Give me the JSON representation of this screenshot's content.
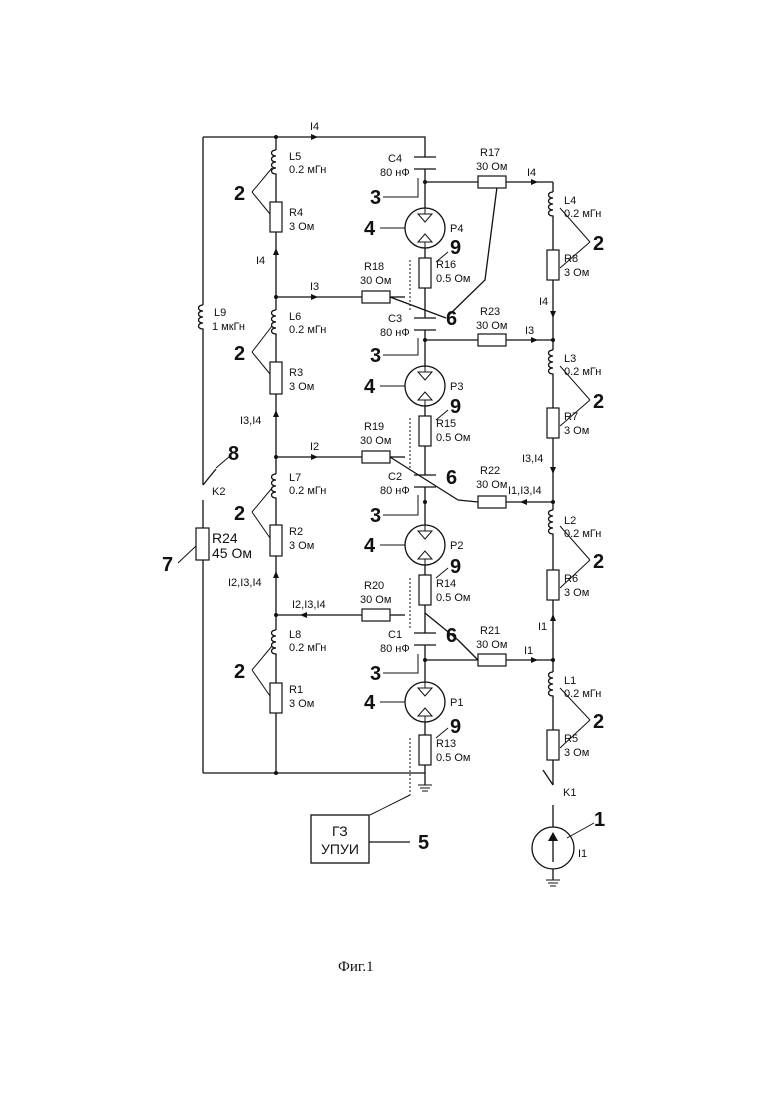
{
  "caption": "Фиг.1",
  "currents": {
    "top": "I4",
    "r17_right": "I4",
    "left_r4": "I4",
    "r18": "I3",
    "right_r8": "I4",
    "r23": "I3",
    "left_r3": "I3,I4",
    "r19": "I2",
    "right_r7": "I3,I4",
    "r22": "I1,I3,I4",
    "left_r2": "I2,I3,I4",
    "r20": "I2,I3,I4",
    "right_r6": "I1",
    "r21": "I1",
    "source": "I1"
  },
  "inductors": [
    {
      "name": "L5",
      "value": "0.2 мГн"
    },
    {
      "name": "L6",
      "value": "0.2 мГн"
    },
    {
      "name": "L7",
      "value": "0.2 мГн"
    },
    {
      "name": "L8",
      "value": "0.2 мГн"
    },
    {
      "name": "L4",
      "value": "0.2 мГн"
    },
    {
      "name": "L3",
      "value": "0.2 мГн"
    },
    {
      "name": "L2",
      "value": "0.2 мГн"
    },
    {
      "name": "L1",
      "value": "0.2 мГн"
    },
    {
      "name": "L9",
      "value": "1 мкГн"
    }
  ],
  "resistors": [
    {
      "name": "R4",
      "value": "3 Ом"
    },
    {
      "name": "R3",
      "value": "3 Ом"
    },
    {
      "name": "R2",
      "value": "3 Ом"
    },
    {
      "name": "R1",
      "value": "3 Ом"
    },
    {
      "name": "R8",
      "value": "3 Ом"
    },
    {
      "name": "R7",
      "value": "3 Ом"
    },
    {
      "name": "R6",
      "value": "3 Ом"
    },
    {
      "name": "R5",
      "value": "3 Ом"
    },
    {
      "name": "R17",
      "value": "30 Ом"
    },
    {
      "name": "R18",
      "value": "30 Ом"
    },
    {
      "name": "R23",
      "value": "30 Ом"
    },
    {
      "name": "R19",
      "value": "30 Ом"
    },
    {
      "name": "R22",
      "value": "30 Ом"
    },
    {
      "name": "R20",
      "value": "30 Ом"
    },
    {
      "name": "R21",
      "value": "30 Ом"
    },
    {
      "name": "R16",
      "value": "0.5 Ом"
    },
    {
      "name": "R15",
      "value": "0.5 Ом"
    },
    {
      "name": "R14",
      "value": "0.5 Ом"
    },
    {
      "name": "R13",
      "value": "0.5 Ом"
    },
    {
      "name": "R24",
      "value": "45 Ом"
    }
  ],
  "capacitors": [
    {
      "name": "C4",
      "value": "80 нФ"
    },
    {
      "name": "C3",
      "value": "80 нФ"
    },
    {
      "name": "C2",
      "value": "80 нФ"
    },
    {
      "name": "C1",
      "value": "80 нФ"
    }
  ],
  "gaps": [
    "P4",
    "P3",
    "P2",
    "P1"
  ],
  "switches": [
    "K1",
    "K2"
  ],
  "generator": {
    "line1": "ГЗ",
    "line2": "УПУИ"
  },
  "source_label": "I1",
  "ref_numbers": {
    "n1": "1",
    "n2": "2",
    "n3": "3",
    "n4": "4",
    "n5": "5",
    "n6": "6",
    "n7": "7",
    "n8": "8",
    "n9": "9"
  }
}
